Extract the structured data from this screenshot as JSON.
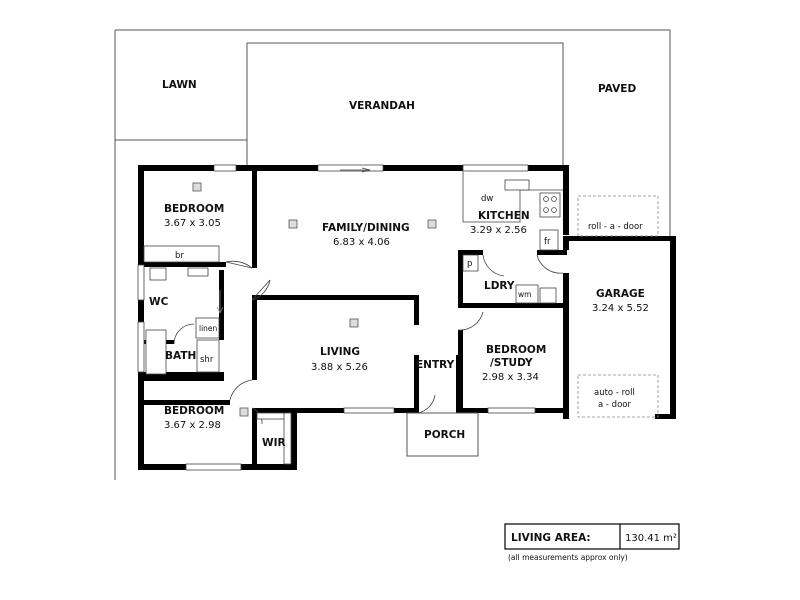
{
  "outside": {
    "lawn": "LAWN",
    "verandah": "VERANDAH",
    "paved": "PAVED",
    "porch": "PORCH"
  },
  "rooms": {
    "bedroom1": {
      "name": "BEDROOM",
      "dims": "3.67 x 3.05"
    },
    "family": {
      "name": "FAMILY/DINING",
      "dims": "6.83 x 4.06"
    },
    "kitchen": {
      "name": "KITCHEN",
      "dims": "3.29 x 2.56"
    },
    "garage": {
      "name": "GARAGE",
      "dims": "3.24 x 5.52"
    },
    "living": {
      "name": "LIVING",
      "dims": "3.88 x 5.26"
    },
    "study": {
      "name": "BEDROOM",
      "name2": "/STUDY",
      "dims": "2.98 x 3.34"
    },
    "bedroom2": {
      "name": "BEDROOM",
      "dims": "3.67 x 2.98"
    },
    "wc": "WC",
    "bath": "BATH",
    "ldry": "LDRY",
    "entry": "ENTRY",
    "wir": "WIR"
  },
  "fixtures": {
    "br": "br",
    "linen": "linen",
    "shr": "shr",
    "dw": "dw",
    "fr": "fr",
    "p": "p",
    "wm": "wm",
    "door_top": "roll - a - door",
    "door_bottom_1": "auto - roll",
    "door_bottom_2": "a - door"
  },
  "legend": {
    "label": "LIVING AREA:",
    "value": "130.41 m²",
    "note": "(all measurements approx only)"
  }
}
